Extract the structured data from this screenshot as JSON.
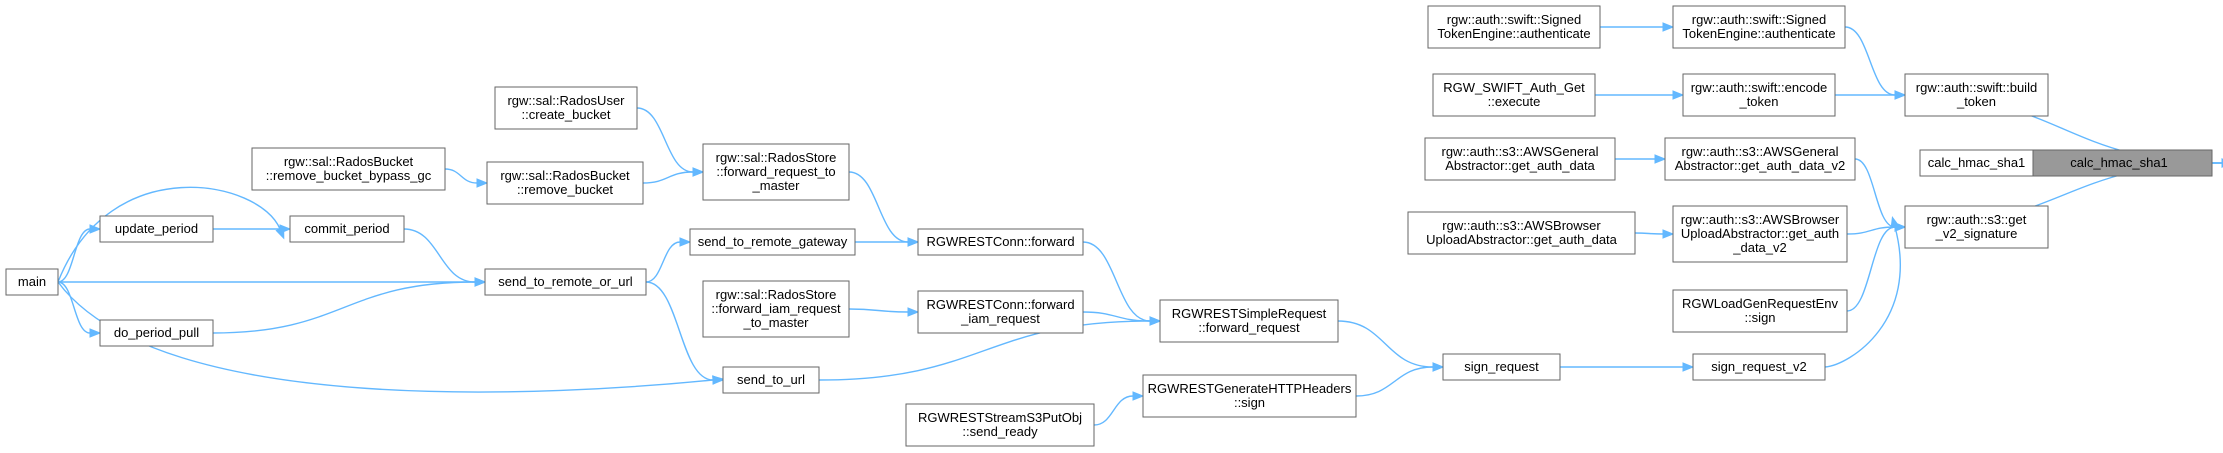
{
  "graph": {
    "type": "call-graph",
    "colors": {
      "edge": "#63b8ff",
      "node_border": "#666666",
      "highlight_fill": "#999999",
      "background": "#ffffff"
    },
    "nodes": {
      "calc_hmac_sha1": [
        "calc_hmac_sha1"
      ],
      "build_token": [
        "rgw::auth::swift::build",
        "_token"
      ],
      "calc_hmac_sha1_caller": [
        "calc_hmac_sha1"
      ],
      "get_v2_signature": [
        "rgw::auth::s3::get",
        "_v2_signature"
      ],
      "signed_token_auth_b": [
        "rgw::auth::swift::Signed",
        "TokenEngine::authenticate"
      ],
      "encode_token": [
        "rgw::auth::swift::encode",
        "_token"
      ],
      "signed_token_auth_a": [
        "rgw::auth::swift::Signed",
        "TokenEngine::authenticate"
      ],
      "swift_auth_get_execute": [
        "RGW_SWIFT_Auth_Get",
        "::execute"
      ],
      "aws_general_get_auth_data_v2": [
        "rgw::auth::s3::AWSGeneral",
        "Abstractor::get_auth_data_v2"
      ],
      "aws_general_get_auth_data": [
        "rgw::auth::s3::AWSGeneral",
        "Abstractor::get_auth_data"
      ],
      "aws_browser_get_auth_data_v2": [
        "rgw::auth::s3::AWSBrowser",
        "UploadAbstractor::get_auth",
        "_data_v2"
      ],
      "aws_browser_get_auth_data": [
        "rgw::auth::s3::AWSBrowser",
        "UploadAbstractor::get_auth_data"
      ],
      "loadgen_sign": [
        "RGWLoadGenRequestEnv",
        "::sign"
      ],
      "sign_request_v2": [
        "sign_request_v2"
      ],
      "sign_request": [
        "sign_request"
      ],
      "simple_forward_request": [
        "RGWRESTSimpleRequest",
        "::forward_request"
      ],
      "generate_http_headers_sign": [
        "RGWRESTGenerateHTTPHeaders",
        "::sign"
      ],
      "stream_s3_put_send_ready": [
        "RGWRESTStreamS3PutObj",
        "::send_ready"
      ],
      "conn_forward": [
        "RGWRESTConn::forward"
      ],
      "conn_forward_iam": [
        "RGWRESTConn::forward",
        "_iam_request"
      ],
      "send_to_url": [
        "send_to_url"
      ],
      "forward_iam_to_master": [
        "rgw::sal::RadosStore",
        "::forward_iam_request",
        "_to_master"
      ],
      "send_to_remote_gateway": [
        "send_to_remote_gateway"
      ],
      "forward_request_to_master": [
        "rgw::sal::RadosStore",
        "::forward_request_to",
        "_master"
      ],
      "send_to_remote_or_url": [
        "send_to_remote_or_url"
      ],
      "create_bucket": [
        "rgw::sal::RadosUser",
        "::create_bucket"
      ],
      "remove_bucket": [
        "rgw::sal::RadosBucket",
        "::remove_bucket"
      ],
      "remove_bucket_bypass_gc": [
        "rgw::sal::RadosBucket",
        "::remove_bucket_bypass_gc"
      ],
      "commit_period": [
        "commit_period"
      ],
      "update_period": [
        "update_period"
      ],
      "do_period_pull": [
        "do_period_pull"
      ],
      "main": [
        "main"
      ]
    }
  }
}
